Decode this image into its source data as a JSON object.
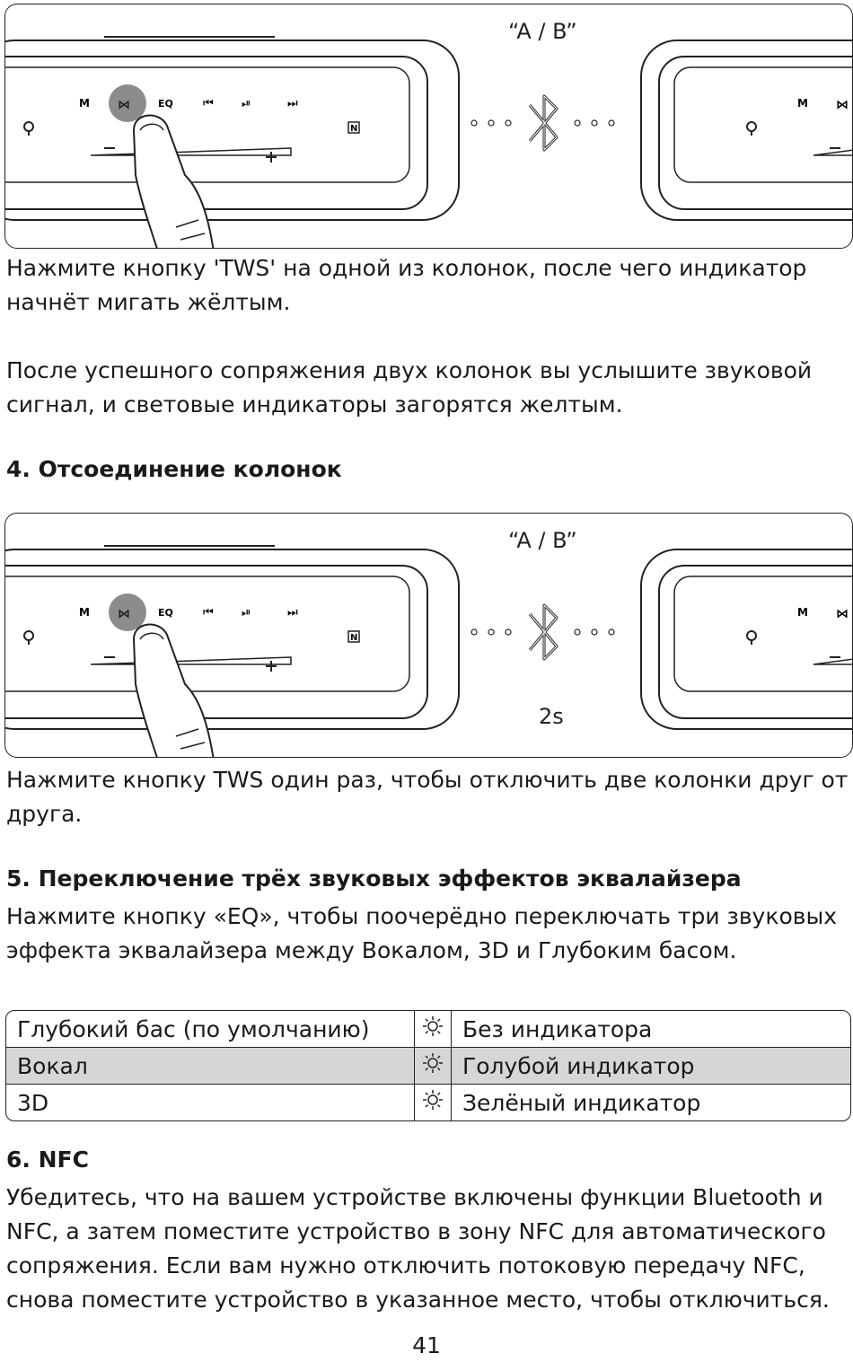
{
  "figures": [
    {
      "speaker_label": "“A / B”",
      "duration": ""
    },
    {
      "speaker_label": "“A / B”",
      "duration": "2s"
    }
  ],
  "panel_icons": [
    "M",
    "⋈",
    "EQ",
    "⏮",
    "⏯",
    "⏭"
  ],
  "sections": {
    "pairing_text_1": "Нажмите кнопку 'TWS' на одной из колонок, после чего индикатор начнёт мигать жёлтым.",
    "pairing_text_2": "После успешного сопряжения двух колонок вы услышите звуковой сигнал, и световые индикаторы загорятся желтым.",
    "disconnect_heading": "4. Отсоединение колонок",
    "disconnect_text": "Нажмите кнопку TWS один раз, чтобы отключить две колонки друг от друга.",
    "eq_heading": "5. Переключение трёх звуковых эффектов эквалайзера",
    "eq_text": "Нажмите кнопку «EQ», чтобы поочерёдно переключать три звуковых эффекта эквалайзера между Вокалом, 3D и Глубоким басом.",
    "nfc_heading": "6. NFC",
    "nfc_text": "Убедитесь, что на вашем устройстве включены функции Bluetooth и NFC, а затем поместите устройство в зону NFC для автоматического сопряжения. Если вам нужно отключить потоковую передачу NFC, снова поместите устройство в указанное место, чтобы отключиться."
  },
  "eq_table": [
    {
      "mode": "Глубокий бас (по умолчанию)",
      "icon": "light-icon",
      "indicator": "Без индикатора"
    },
    {
      "mode": "Вокал",
      "icon": "light-icon",
      "indicator": "Голубой индикатор"
    },
    {
      "mode": "3D",
      "icon": "light-icon",
      "indicator": "Зелёный индикатор"
    }
  ],
  "page_number": "41"
}
